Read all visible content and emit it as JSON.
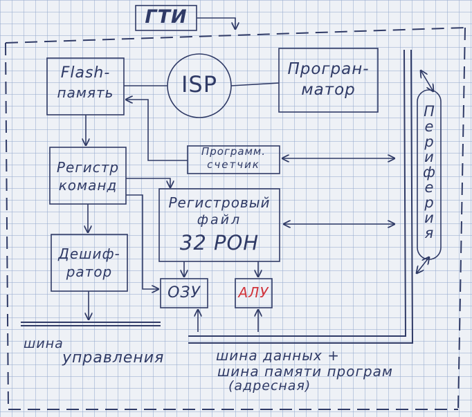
{
  "blocks": {
    "gti": "ГТИ",
    "flash_line1": "Flash-",
    "flash_line2": "память",
    "isp": "ISP",
    "programmer_line1": "Програн-",
    "programmer_line2": "матор",
    "counter_line1": "Программ.",
    "counter_line2": "счетчик",
    "instr_reg_line1": "Регистр",
    "instr_reg_line2": "команд",
    "reg_file_line1": "Регистровый",
    "reg_file_line2": "файл",
    "reg_file_line3": "32 РОН",
    "decoder_line1": "Дешиф-",
    "decoder_line2": "ратор",
    "ram": "ОЗУ",
    "alu": "АЛУ",
    "periphery": [
      "П",
      "е",
      "р",
      "и",
      "ф",
      "е",
      "р",
      "и",
      "я"
    ]
  },
  "buses": {
    "control_line1": "шина",
    "control_line2": "управления",
    "data_line1": "шина данных +",
    "data_line2": "шина памяти програм",
    "data_line3": "(адресная)"
  },
  "colors": {
    "ink": "#2f3a66",
    "alu_text": "#d0333b"
  }
}
